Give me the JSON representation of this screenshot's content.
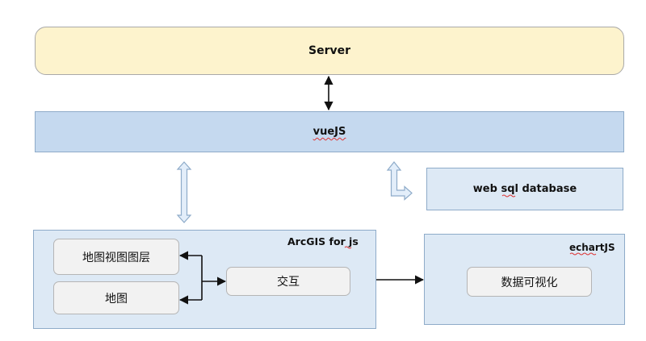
{
  "nodes": {
    "server": "Server",
    "vuejs": "vueJS",
    "websql": "web sql database",
    "arcgis": "ArcGIS for js",
    "echart": "echartJS",
    "layer_view": "地图视图图层",
    "map": "地图",
    "interaction": "交互",
    "visualization": "数据可视化"
  },
  "colors": {
    "server_fill": "#fdf3cd",
    "vue_fill": "#c5d9ef",
    "panel_fill": "#dde9f5",
    "inner_fill": "#f2f2f2",
    "arrow": "#111111",
    "hollow_arrow_fill": "#e3eefa",
    "hollow_arrow_stroke": "#8eabc9"
  }
}
